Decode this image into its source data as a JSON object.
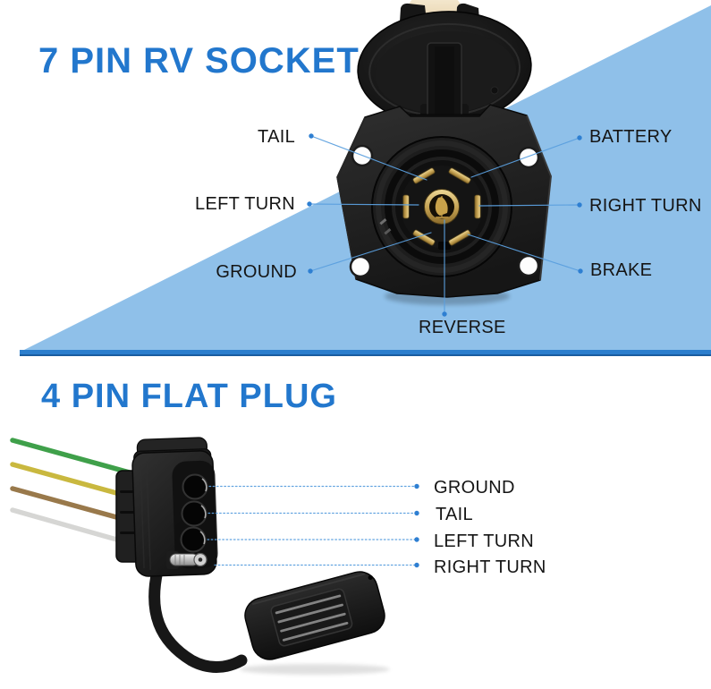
{
  "seven_pin_section": {
    "title": "7 PIN RV SOCKET",
    "pin_labels": {
      "tail": "TAIL",
      "left_turn": "LEFT TURN",
      "ground": "GROUND",
      "battery": "BATTERY",
      "right_turn": "RIGHT TURN",
      "brake": "BRAKE",
      "reverse": "REVERSE"
    }
  },
  "four_pin_section": {
    "title": "4 PIN FLAT PLUG",
    "pin_labels": {
      "ground": "GROUND",
      "tail": "TAIL",
      "left_turn": "LEFT TURN",
      "right_turn": "RIGHT TURN"
    }
  },
  "colors": {
    "heading_blue": "#2277cd",
    "triangle_light_blue": "#8fc0e9",
    "stripe_blue": "#2b7ecd",
    "stripe_edge_blue": "#1a5c9f",
    "leader_line_blue": "#5b9fde",
    "leader_dot_blue": "#2e7fd2",
    "label_text": "#151515",
    "wire_green": "#3fa04a",
    "wire_yellow": "#c9b83f",
    "wire_brown": "#99794b",
    "wire_white": "#d6d6d4"
  },
  "icons": {
    "seven_pin_socket_illustration": "7-pin-rv-socket-photo",
    "four_pin_plug_illustration": "4-pin-flat-plug-photo"
  }
}
